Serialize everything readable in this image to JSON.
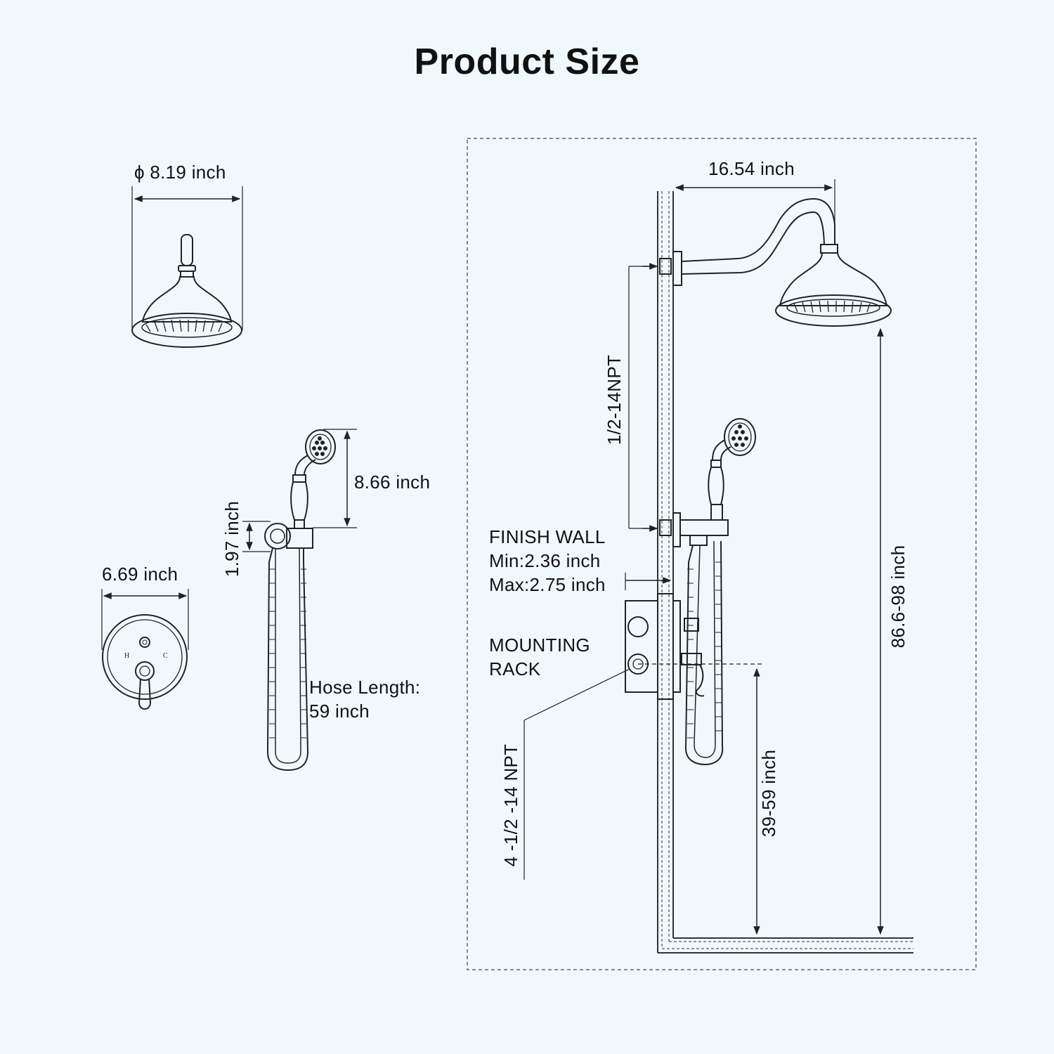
{
  "title": "Product Size",
  "labels": {
    "shower_head_diameter": "ϕ 8.19 inch",
    "handheld_length": "8.66 inch",
    "holder_height": "1.97 inch",
    "hose_length_1": "Hose Length:",
    "hose_length_2": "59 inch",
    "trim_diameter": "6.69 inch",
    "arm_reach": "16.54 inch",
    "npt_upper": "1/2-14NPT",
    "finish_wall_1": "FINISH WALL",
    "finish_wall_2": "Min:2.36 inch",
    "finish_wall_3": "Max:2.75 inch",
    "mounting_rack_1": "MOUNTING",
    "mounting_rack_2": "RACK",
    "npt_lower": "4 -1/2 -14 NPT",
    "valve_height": "39-59 inch",
    "head_height": "86.6-98 inch",
    "valve_hot": "H",
    "valve_cold": "C"
  },
  "colors": {
    "background": "#f1f8fc",
    "line": "#222222",
    "dash": "#555555"
  }
}
